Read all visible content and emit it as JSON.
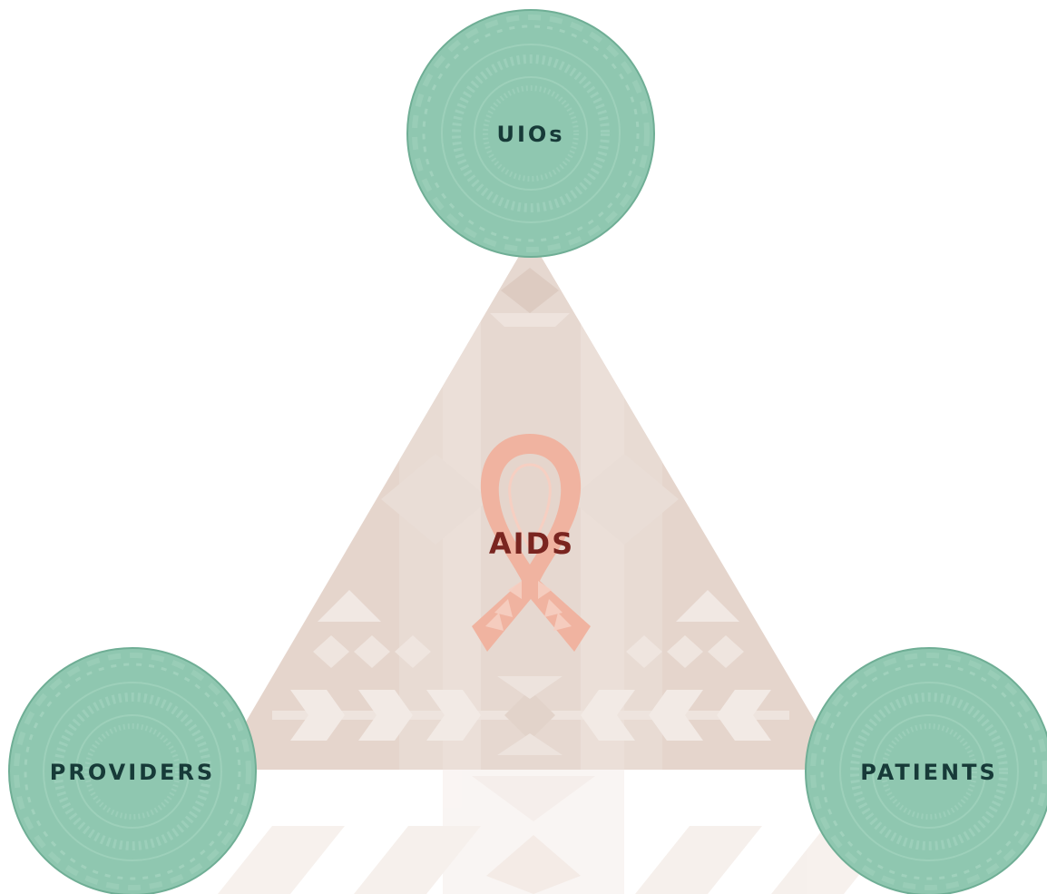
{
  "diagram": {
    "center": {
      "label": "AIDS",
      "icon": "awareness-ribbon-icon"
    },
    "nodes": [
      {
        "key": "uios",
        "label": "UIOs"
      },
      {
        "key": "providers",
        "label": "PROVIDERS"
      },
      {
        "key": "patients",
        "label": "PATIENTS"
      }
    ]
  },
  "colors": {
    "node_fill": "#8fc7b0",
    "node_stroke": "#6fae95",
    "node_text": "#173a38",
    "triangle_fill": "#e5d5cc",
    "pattern_light": "#efe4de",
    "ribbon": "#f0b3a0",
    "ribbon_inner": "#f6cfc2",
    "center_text": "#7a2520",
    "bottom_pattern": "#f7f0ed"
  }
}
